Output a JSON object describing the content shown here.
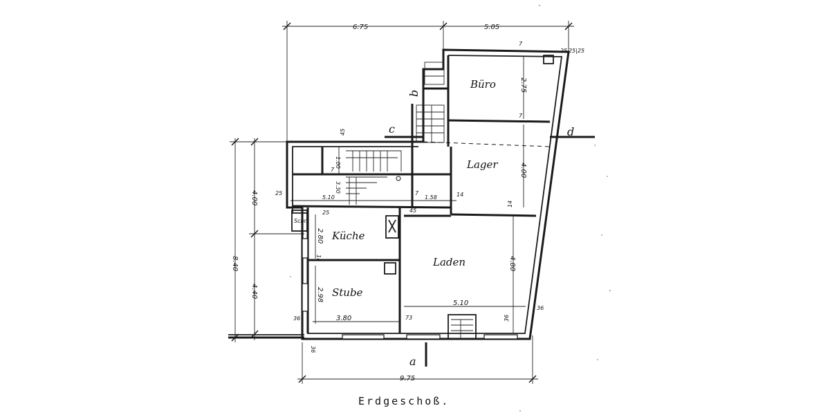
{
  "title": "Erdgeschoß.",
  "rooms": {
    "buero": "Büro",
    "lager": "Lager",
    "kueche": "Küche",
    "laden": "Laden",
    "stube": "Stube",
    "schrank": "Schr."
  },
  "sections": {
    "c": "c",
    "d_top": "d",
    "b": "b",
    "a": "a"
  },
  "dimensions": {
    "top_left": "6.75",
    "top_right": "5.05",
    "bottom_total": "9.75",
    "left_total": "8.40",
    "left_upper": "4.00",
    "left_lower": "4.40",
    "buero_height": "2.75",
    "lager_height": "4.00",
    "laden_height": "4.80",
    "laden_width": "5.10",
    "stube_width": "3.80",
    "stube_height": "2.98",
    "kueche_height": "2.80",
    "corridor_width": "1.58",
    "stair_width": "1.00",
    "stair_run": "3.30",
    "entry_width": "5.10",
    "wall_36_a": "36",
    "wall_36_b": "36",
    "wall_36_c": "36",
    "wall_36_d": "36",
    "wall_25_a": "25",
    "wall_25_b": "25",
    "wall_25_c": "25",
    "wall_45_a": "45",
    "wall_45_b": "45",
    "wall_14_a": "14",
    "wall_14_b": "14",
    "wall_14_c": "14",
    "wall_7_a": "7",
    "wall_7_b": "7",
    "wall_7_c": "7",
    "wall_7_d": "7",
    "wall_73": "73",
    "wall_25_45": "25|25"
  }
}
